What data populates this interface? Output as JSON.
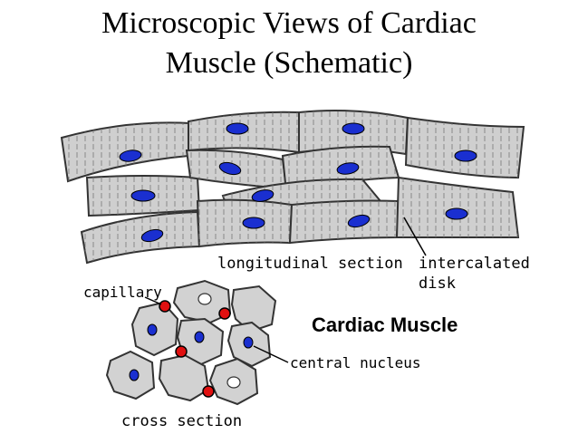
{
  "title": {
    "line1": "Microscopic Views of Cardiac",
    "line2": "Muscle (Schematic)"
  },
  "labels": {
    "longitudinal_section": "longitudinal section",
    "intercalated_line1": "intercalated",
    "intercalated_line2": "disk",
    "capillary": "capillary",
    "cardiac_muscle": "Cardiac Muscle",
    "central_nucleus": "central nucleus",
    "cross_section": "cross section"
  },
  "colors": {
    "cell_fill": "#cfcfcf",
    "cell_stroke": "#333333",
    "nucleus": "#1a2fd0",
    "capillary": "#e01010"
  }
}
